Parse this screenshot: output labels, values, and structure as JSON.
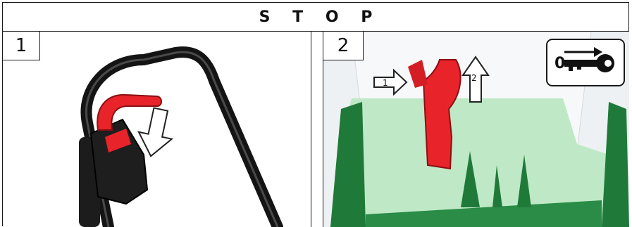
{
  "header": {
    "title": "S T O P"
  },
  "panels": [
    {
      "number": "1"
    },
    {
      "number": "2"
    }
  ],
  "arrows": {
    "arrow_1_label": "1",
    "arrow_2_label": "2"
  },
  "key_icon": {
    "zero_label": "0"
  },
  "colors": {
    "red": "#e8232a",
    "dark_green": "#1f7a3a",
    "light_green": "#bfe9c6",
    "handle_black": "#141414"
  }
}
